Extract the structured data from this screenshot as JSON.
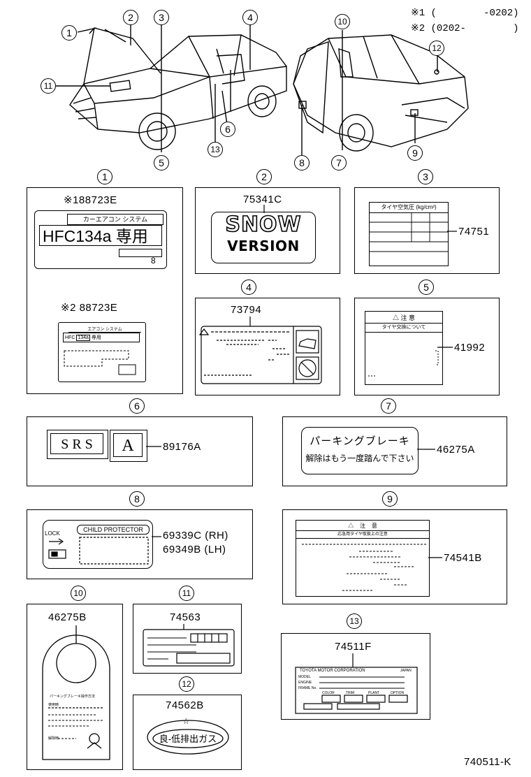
{
  "legend": {
    "note1": "※1 (        -0202)",
    "note2": "※2 (0202-        )"
  },
  "callouts": [
    "1",
    "2",
    "3",
    "4",
    "5",
    "6",
    "7",
    "8",
    "9",
    "10",
    "11",
    "12",
    "13"
  ],
  "labels": {
    "l1": {
      "number": "1",
      "part_a": "※188723E",
      "part_b": "※2 88723E",
      "header_text": "カーエアコン システム",
      "big_text": "HFC134a 専用",
      "corner": "8",
      "small_header": "エアコン システム",
      "small_hfc": "HFC",
      "small_box": "134a",
      "small_use": "専用"
    },
    "l2": {
      "number": "2",
      "part": "75341C",
      "line1": "SNOW",
      "line2": "VERSION"
    },
    "l3": {
      "number": "3",
      "part": "74751",
      "header": "タイヤ空気圧 (kg/cm²)"
    },
    "l4": {
      "number": "4",
      "part": "73794"
    },
    "l5": {
      "number": "5",
      "part": "41992",
      "title": "△ 注 意",
      "subtitle": "タイヤ交換について"
    },
    "l6": {
      "number": "6",
      "part": "89176A",
      "srs": "S R S",
      "a": "A"
    },
    "l7": {
      "number": "7",
      "part": "46275A",
      "line1": "パーキングブレーキ",
      "line2": "解除はもう一度踏んで下さい"
    },
    "l8": {
      "number": "8",
      "part_rh": "69339C (RH)",
      "part_lh": "69349B (LH)",
      "lock": "LOCK",
      "header": "CHILD PROTECTOR"
    },
    "l9": {
      "number": "9",
      "part": "74541B",
      "title": "△    注    意",
      "subtitle": "応急用タイヤ取扱上の注意"
    },
    "l10": {
      "number": "10",
      "part": "46275B",
      "line1": "パーキングブレーキ操作方法",
      "line2": "使用時",
      "line3": "解除時"
    },
    "l11": {
      "number": "11",
      "part": "74563"
    },
    "l12": {
      "number": "12",
      "part": "74562B",
      "text": "良-低排出ガス",
      "star": "☆"
    },
    "l13": {
      "number": "13",
      "part": "74511F",
      "maker": "TOYOTA MOTOR CORPORATION",
      "country": "JAPAN",
      "model": "MODEL",
      "engine": "ENGINE",
      "frame": "FRAME No.",
      "color": "COLOR",
      "trim": "TRIM",
      "plant": "PLANT",
      "option": "OPTION"
    }
  },
  "figure_id": "740511-K"
}
